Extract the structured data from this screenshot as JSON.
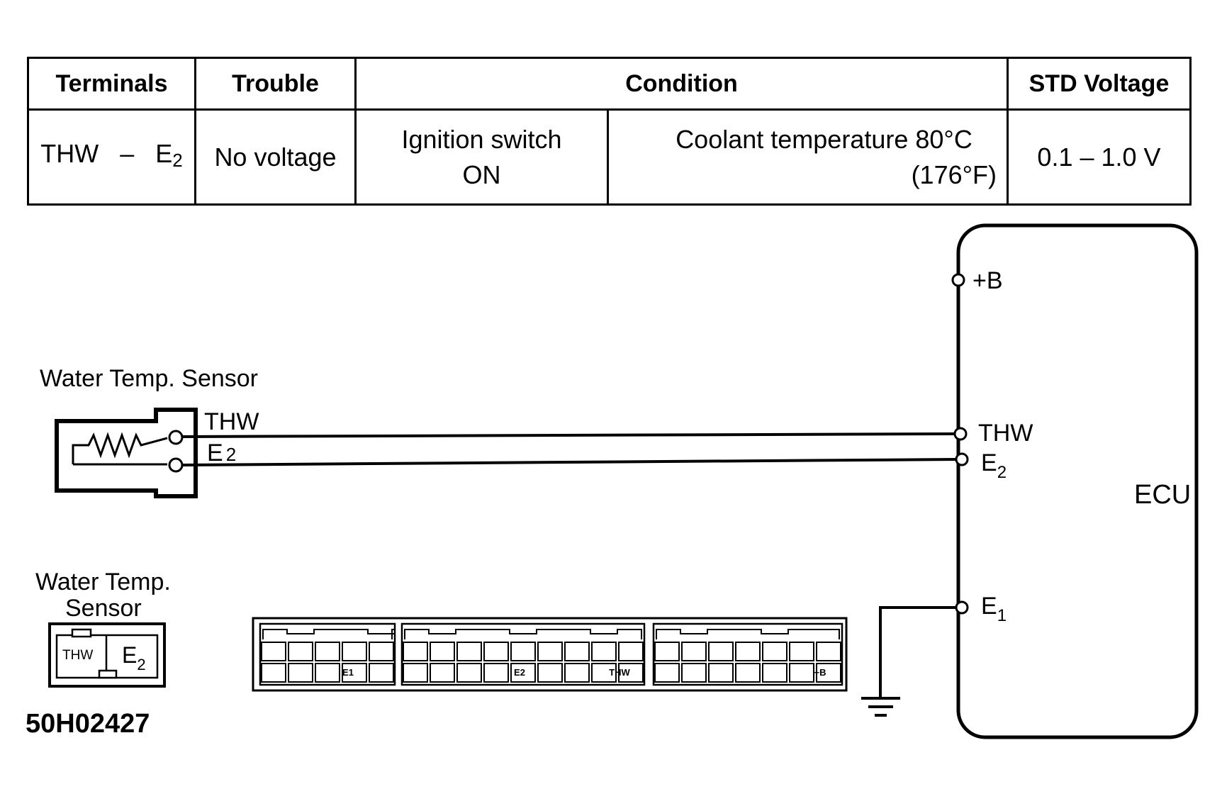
{
  "table": {
    "headers": {
      "terminals": "Terminals",
      "trouble": "Trouble",
      "condition": "Condition",
      "std_voltage": "STD Voltage"
    },
    "row": {
      "terminal_a": "THW",
      "terminal_sep": "–",
      "terminal_b": "E",
      "terminal_b_sub": "2",
      "trouble": "No voltage",
      "condition_1_line1": "Ignition switch",
      "condition_1_line2": "ON",
      "condition_2_line1": "Coolant temperature 80°C",
      "condition_2_line2": "(176°F)",
      "std_voltage": "0.1 – 1.0 V"
    }
  },
  "diagram": {
    "sensor_title": "Water Temp. Sensor",
    "sensor_thw": "THW",
    "sensor_e2": "E",
    "sensor_e2_sub": "2",
    "ecu_label": "ECU",
    "ecu_plus_b": "+B",
    "ecu_thw": "THW",
    "ecu_e2": "E",
    "ecu_e2_sub": "2",
    "ecu_e1": "E",
    "ecu_e1_sub": "1",
    "connector_title_line1": "Water Temp.",
    "connector_title_line2": "Sensor",
    "connector_thw": "THW",
    "connector_e2": "E",
    "connector_e2_sub": "2",
    "ecu_conn_e1": "E1",
    "ecu_conn_e2": "E2",
    "ecu_conn_thw": "THW",
    "ecu_conn_plus_b": "+B"
  },
  "figure_code": "50H02427"
}
